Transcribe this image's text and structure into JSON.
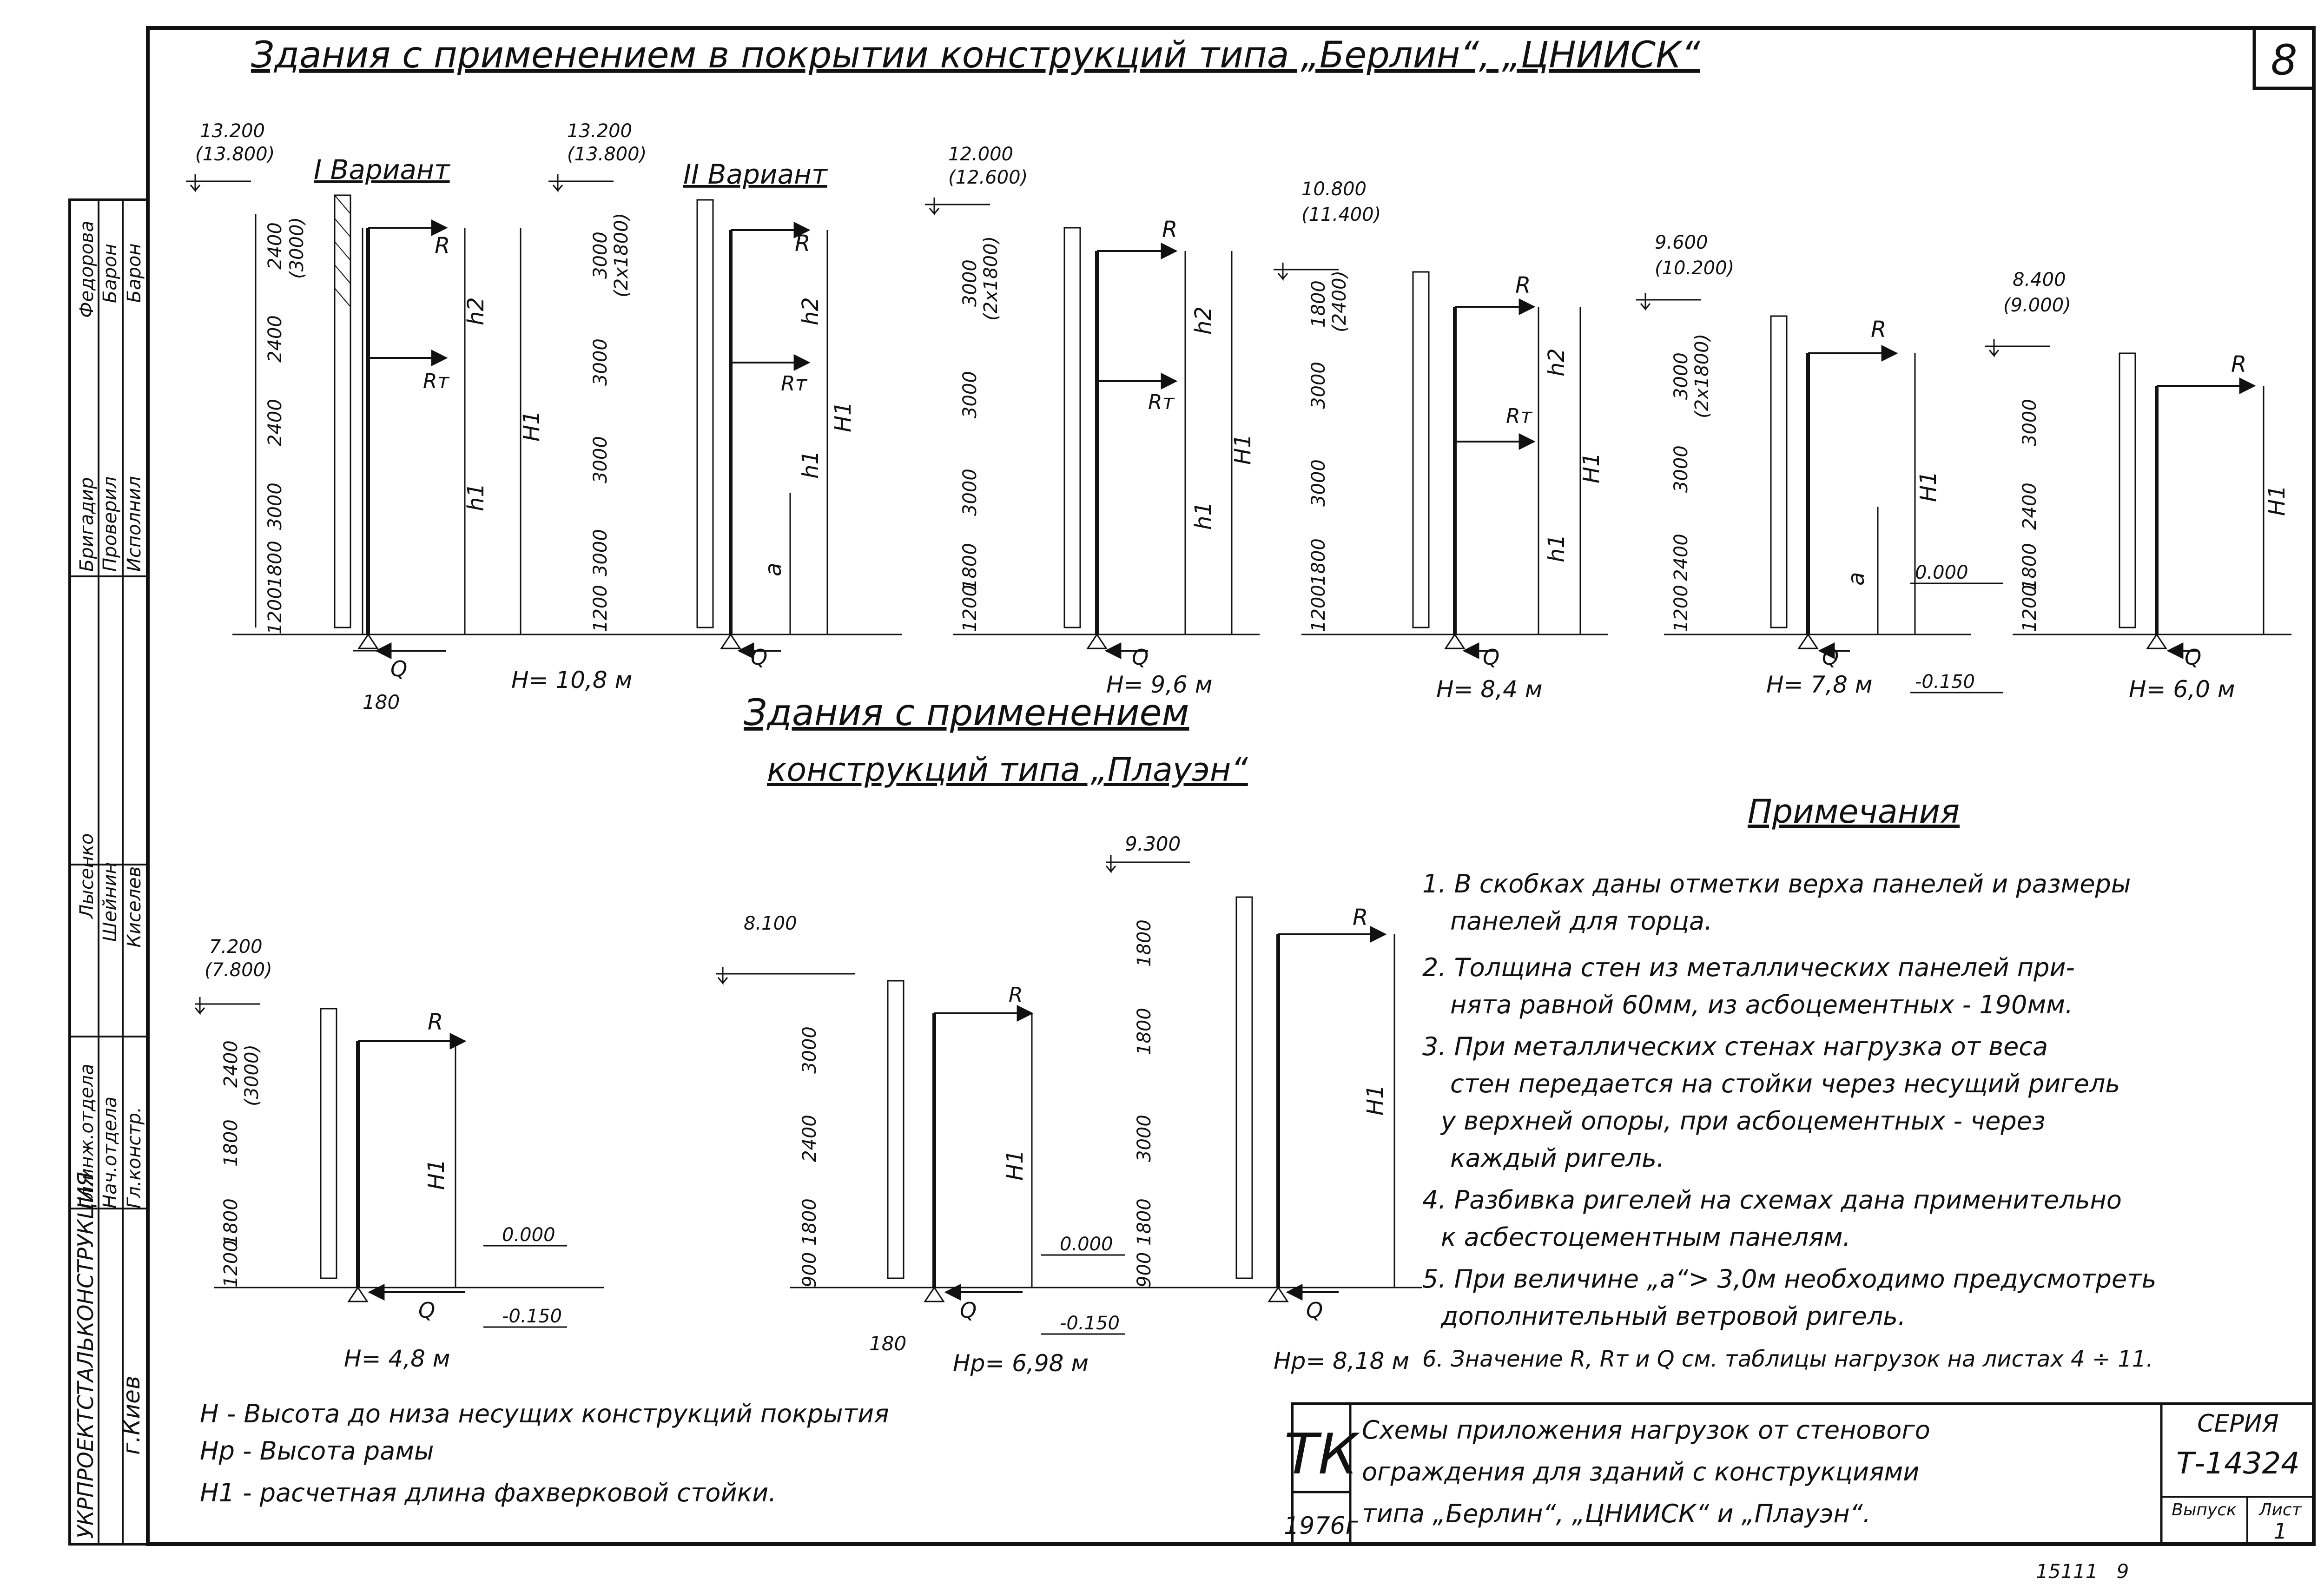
{
  "sheet_number": "8",
  "top_title": "Здания с применением в покрытии конструкций типа „Берлин“, „ЦНИИСК“",
  "mid_title_line1": "Здания с применением",
  "mid_title_line2": "конструкций типа „Плауэн“",
  "top_schemes": [
    {
      "elev": "13.200",
      "elev_alt": "(13.800)",
      "variant": "I Вариант",
      "dims": [
        "2400",
        "2400",
        "2400",
        "3000",
        "1800",
        "1200"
      ],
      "dims_alt": [
        "(3000)"
      ],
      "labels": [
        "R",
        "h2",
        "Rт",
        "H1",
        "h1"
      ],
      "base_dim": "180",
      "height": "H= 10,8 м"
    },
    {
      "elev": "13.200",
      "elev_alt": "(13.800)",
      "variant": "II Вариант",
      "dims": [
        "3000",
        "3000",
        "3000",
        "3000",
        "1200"
      ],
      "dims_alt": [
        "(2х1800)"
      ],
      "labels": [
        "R",
        "h2",
        "Rт",
        "H1",
        "h1",
        "a"
      ],
      "height": ""
    },
    {
      "elev": "12.000",
      "elev_alt": "(12.600)",
      "variant": "",
      "dims": [
        "3000",
        "3000",
        "3000",
        "1800",
        "1200"
      ],
      "dims_alt": [
        "(2х1800)"
      ],
      "labels": [
        "R",
        "h2",
        "Rт",
        "H1",
        "h1"
      ],
      "height": "H= 9,6 м"
    },
    {
      "elev": "10.800",
      "elev_alt": "(11.400)",
      "variant": "",
      "dims": [
        "1800",
        "3000",
        "3000",
        "1800",
        "1200"
      ],
      "dims_alt": [
        "(2400)"
      ],
      "labels": [
        "R",
        "h2",
        "Rт",
        "H1",
        "h1"
      ],
      "height": "H= 8,4 м"
    },
    {
      "elev": "9.600",
      "elev_alt": "(10.200)",
      "variant": "",
      "dims": [
        "3000",
        "3000",
        "2400",
        "1200"
      ],
      "dims_alt": [
        "(2х1800)"
      ],
      "labels": [
        "R",
        "H1",
        "a"
      ],
      "height": "H= 7,8 м"
    },
    {
      "elev": "8.400",
      "elev_alt": "(9.000)",
      "variant": "",
      "dims": [
        "3000",
        "2400",
        "1800",
        "1200"
      ],
      "dims_alt": [],
      "labels": [
        "R",
        "H1"
      ],
      "height": "H= 6,0 м"
    }
  ],
  "level_zero": "0.000",
  "level_minus": "-0.150",
  "Q": "Q",
  "bottom_schemes": [
    {
      "elev": "7.200",
      "elev_alt": "(7.800)",
      "dims": [
        "2400",
        "1800",
        "1800",
        "1200"
      ],
      "dims_alt": [
        "(3000)"
      ],
      "labels": [
        "R",
        "H1"
      ],
      "height": "H= 4,8 м"
    },
    {
      "elev": "8.100",
      "elev_alt": "",
      "dims": [
        "3000",
        "2400",
        "1800",
        "900"
      ],
      "dims_alt": [],
      "labels": [
        "R",
        "H1"
      ],
      "base_dim": "180",
      "height": "Hp= 6,98 м"
    },
    {
      "elev": "9.300",
      "elev_alt": "",
      "dims": [
        "1800",
        "1800",
        "3000",
        "1800",
        "900"
      ],
      "dims_alt": [],
      "labels": [
        "R",
        "H1"
      ],
      "height": "Hp= 8,18 м"
    }
  ],
  "notes_title": "Примечания",
  "notes": [
    "1. В скобках даны отметки верха панелей и размеры",
    "панелей для торца.",
    "2. Толщина стен из металлических панелей при-",
    "нята равной 60мм, из асбоцементных - 190мм.",
    "3. При металлических стенах нагрузка от веса",
    "стен передается на стойки через несущий ригель",
    "у верхней опоры, при асбоцементных - через",
    "каждый ригель.",
    "4. Разбивка ригелей на схемах дана применительно",
    "к асбестоцементным панелям.",
    "5. При величине „а“> 3,0м необходимо предусмотреть",
    "дополнительный ветровой ригель.",
    "6. Значение R, Rт и Q см. таблицы нагрузок на листах 4 ÷ 11."
  ],
  "legend": [
    "H - Высота до низа несущих конструкций покрытия",
    "Hp - Высота   рамы",
    "H1 - расчетная длина фахверковой стойки."
  ],
  "stamp": {
    "tk": "ТК",
    "year": "1976г",
    "title_lines": [
      "Схемы приложения нагрузок от стенового",
      "ограждения для зданий с конструкциями",
      "типа „Берлин“, „ЦНИИСК“ и „Плауэн“."
    ],
    "series_label": "СЕРИЯ",
    "series_value": "Т-14324",
    "issue_label": "Выпуск",
    "sheet_label": "Лист",
    "sheet_value": "1"
  },
  "side_block": {
    "org": "УКРПРОЕКТСТАЛЬКОНСТРУКЦИЯ",
    "city": "г.Киев",
    "rows": [
      {
        "role": "Гл.инж.отдела",
        "name": "Лысенко"
      },
      {
        "role": "Нач.отдела",
        "name": "Шейнин"
      },
      {
        "role": "Гл.констр.",
        "name": "Киселев"
      },
      {
        "role": "Бригадир",
        "name": "Федорова"
      },
      {
        "role": "Проверил",
        "name": "Барон"
      },
      {
        "role": "Исполнил",
        "name": "Барон"
      }
    ]
  },
  "archive_number": "15111",
  "archive_page": "9"
}
